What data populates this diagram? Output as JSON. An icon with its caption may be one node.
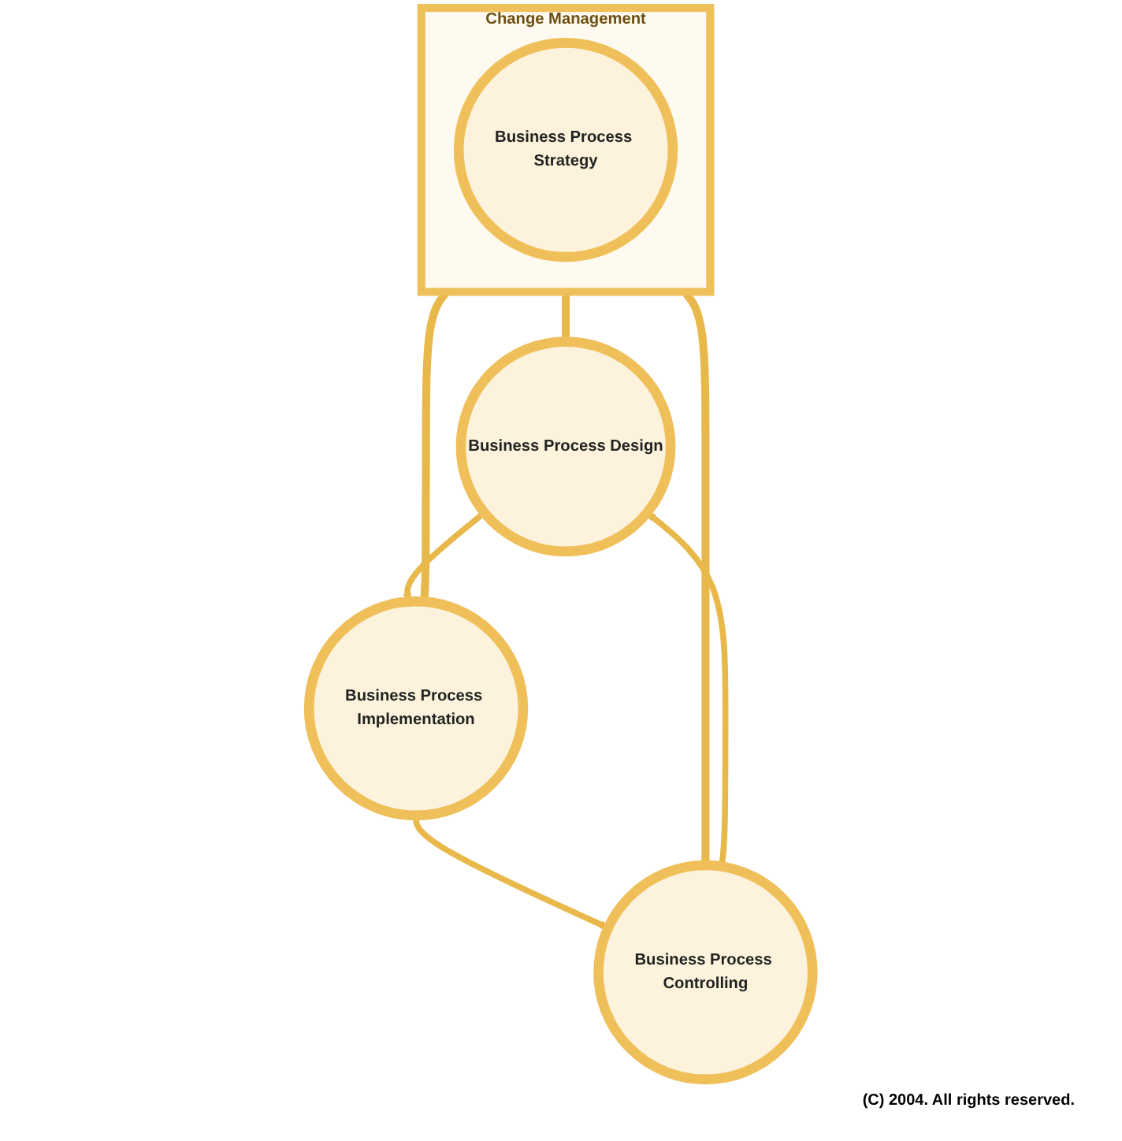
{
  "diagram": {
    "nodes": [
      {
        "text": [
          "Business Process Design"
        ]
      },
      {
        "text": [
          "Business Process Controlling"
        ]
      },
      {
        "text": [
          "Change Management"
        ]
      },
      {
        "text": [
          "Business Process Strategy"
        ],
        "in": 2
      },
      {
        "text": [
          "Business Process Implementation"
        ]
      }
    ],
    "edges": [
      {
        "from": 0,
        "to": 4,
        "arrow": "to"
      },
      {
        "from": 4,
        "to": 1,
        "arrow": "to"
      },
      {
        "from": 1,
        "to": 0,
        "arrow": "to"
      },
      {
        "from": 2,
        "to": 0,
        "arrow": "none"
      },
      {
        "from": 2,
        "to": 1,
        "arrow": "none"
      },
      {
        "from": 2,
        "to": 4,
        "arrow": "none"
      }
    ],
    "labels": [
      "(C) 2004. All rights reserved."
    ]
  }
}
